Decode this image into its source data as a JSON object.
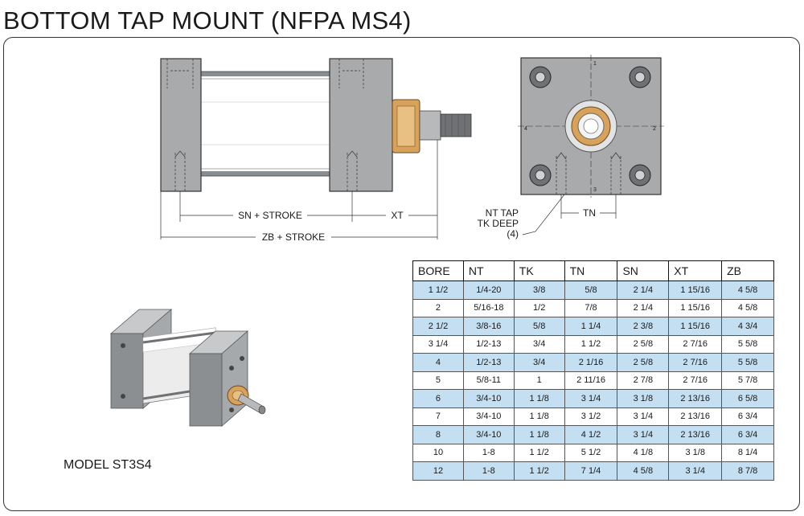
{
  "title": "BOTTOM TAP MOUNT (NFPA MS4)",
  "side_view": {
    "dim_sn": "SN + STROKE",
    "dim_xt": "XT",
    "dim_zb": "ZB + STROKE"
  },
  "end_view": {
    "callout_line1": "NT TAP",
    "callout_line2": "TK DEEP",
    "callout_line3": "(4)",
    "dim_tn": "TN",
    "position_1": "1",
    "position_2": "2",
    "position_3": "3",
    "position_4": "4"
  },
  "model": {
    "label": "MODEL ST3S4"
  },
  "table": {
    "headers": [
      "BORE",
      "NT",
      "TK",
      "TN",
      "SN",
      "XT",
      "ZB"
    ],
    "rows": [
      [
        "1 1/2",
        "1/4-20",
        "3/8",
        "5/8",
        "2 1/4",
        "1 15/16",
        "4 5/8"
      ],
      [
        "2",
        "5/16-18",
        "1/2",
        "7/8",
        "2 1/4",
        "1 15/16",
        "4 5/8"
      ],
      [
        "2 1/2",
        "3/8-16",
        "5/8",
        "1 1/4",
        "2 3/8",
        "1 15/16",
        "4 3/4"
      ],
      [
        "3 1/4",
        "1/2-13",
        "3/4",
        "1 1/2",
        "2 5/8",
        "2 7/16",
        "5 5/8"
      ],
      [
        "4",
        "1/2-13",
        "3/4",
        "2 1/16",
        "2 5/8",
        "2 7/16",
        "5 5/8"
      ],
      [
        "5",
        "5/8-11",
        "1",
        "2 11/16",
        "2 7/8",
        "2 7/16",
        "5 7/8"
      ],
      [
        "6",
        "3/4-10",
        "1 1/8",
        "3 1/4",
        "3 1/8",
        "2 13/16",
        "6 5/8"
      ],
      [
        "7",
        "3/4-10",
        "1 1/8",
        "3 1/2",
        "3 1/4",
        "2 13/16",
        "6 3/4"
      ],
      [
        "8",
        "3/4-10",
        "1 1/8",
        "4 1/2",
        "3 1/4",
        "2 13/16",
        "6 3/4"
      ],
      [
        "10",
        "1-8",
        "1 1/2",
        "5 1/2",
        "4 1/8",
        "3 1/8",
        "8 1/4"
      ],
      [
        "12",
        "1-8",
        "1 1/2",
        "7 1/4",
        "4 5/8",
        "3 1/4",
        "8 7/8"
      ]
    ],
    "shade_color": "#c4dff2"
  }
}
